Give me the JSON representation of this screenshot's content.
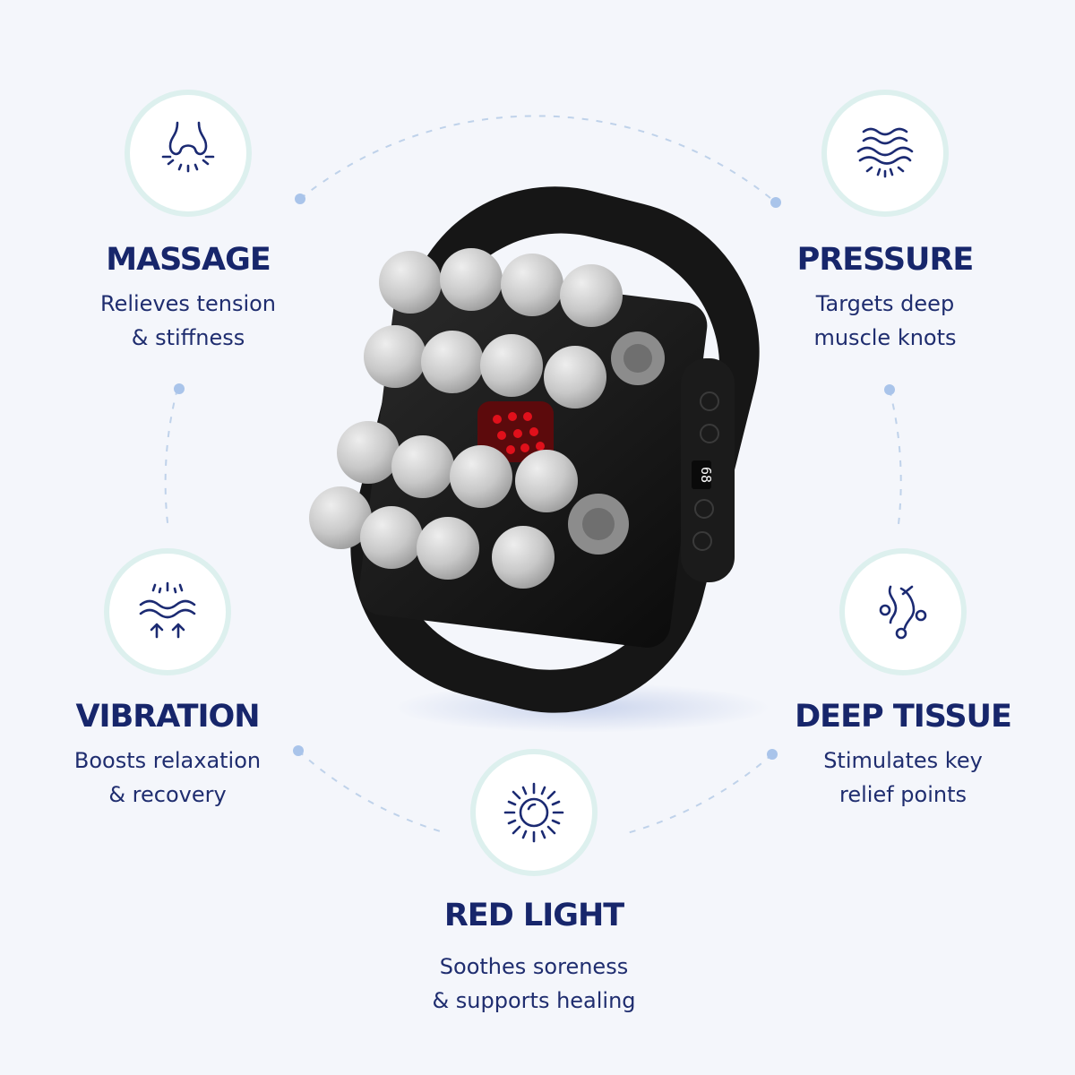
{
  "features": [
    {
      "id": "massage",
      "icon": "massage-icon",
      "title": "MASSAGE",
      "line1": "Relieves tension",
      "line2": "& stiffness"
    },
    {
      "id": "pressure",
      "icon": "pressure-waves-icon",
      "title": "PRESSURE",
      "line1": "Targets deep",
      "line2": "muscle knots"
    },
    {
      "id": "vibration",
      "icon": "vibration-icon",
      "title": "VIBRATION",
      "line1": "Boosts relaxation",
      "line2": "& recovery"
    },
    {
      "id": "deep_tissue",
      "icon": "acupoint-icon",
      "title": "DEEP TISSUE",
      "line1": "Stimulates key",
      "line2": "relief points"
    },
    {
      "id": "red_light",
      "icon": "sun-icon",
      "title": "RED LIGHT",
      "line1": "Soothes soreness",
      "line2": "& supports healing"
    }
  ],
  "device": {
    "display_value": "68",
    "light_color": "#e0101b"
  },
  "colors": {
    "background": "#f4f6fb",
    "text": "#17266b",
    "ring": "#ddf0ee",
    "dash": "#bfd2ea",
    "dot": "#a9c4ea"
  }
}
